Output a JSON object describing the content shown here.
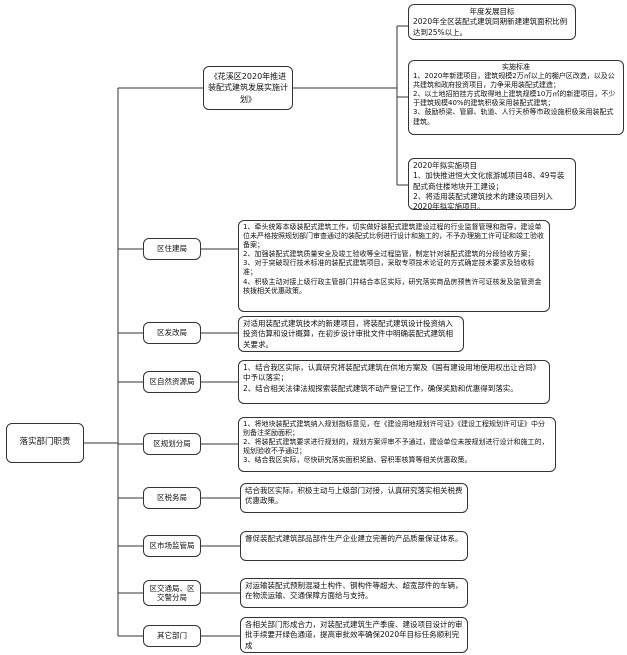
{
  "root": {
    "label": "落实部门职责"
  },
  "plan": {
    "label": "《花溪区2020年推进装配式建筑发展实施计划》"
  },
  "goal": {
    "title": "年度发展目标",
    "text": "2020年全区装配式建筑同期新建建筑面积比例达到25%以上。"
  },
  "standard": {
    "title": "实施标准",
    "text": "1、2020年新建项目，建筑规模2万㎡以上的棚户区改造，以及公共建筑和政府投资项目，力争采用装配式建造；\n2、以土地招拍挂方式取得地上建筑规模10万㎡的新建项目，不少于建筑规模40%的建筑积极采用装配式建筑；\n3、鼓励桥梁、管廊、轨道、人行天桥等市政设施积极采用装配式建筑。"
  },
  "projects": {
    "title": "2020年拟实施项目",
    "text": "1、加快推进恒大文化旅游城项目48、49号装配式商住楼地块开工建设；\n2、将适用装配式建筑技术的建设项目列入2020年拟实施项目。"
  },
  "departments": [
    {
      "name": "区住建局",
      "duty": "1、牵头统筹本级装配式建筑工作，切实做好装配式建筑建设过程的行业监督管理和指导，建设单位未严格按照规划部门审查通过的装配式比例进行设计和施工的，不予办理施工许可证和竣工验收备案；\n2、加强装配式建筑质量安全及竣工验收等全过程监管，制定针对装配式建筑的分段验收方案；\n3、对于突破现行技术标准的装配式建筑项目，采取专项技术论证的方式确定技术要求及验收标准；\n4、积极主动对接上级行政主管部门并结合本区实际，研究落实商品房预售许可证核发及监管资金核拨相关优惠政策。"
    },
    {
      "name": "区发改局",
      "duty": "对适用装配式建筑技术的新建项目，将装配式建筑设计投资纳入投资估算和设计概算，在初步设计审批文件中明确装配式建筑相关要求。"
    },
    {
      "name": "区自然资源局",
      "duty": "1、结合我区实际，认真研究将装配式建筑在供地方案及《国有建设用地使用权出让合同》中予以落实；\n2、结合相关法律法规探索装配式建筑不动产登记工作，确保奖励和优惠得到落实。"
    },
    {
      "name": "区规划分局",
      "duty": "1、将地块装配式建筑纳入规划指标意见，在《建设用地规划许可证》《建设工程规划许可证》中分别备注奖励面积；\n2、将装配式建筑要求进行规划的，规划方案评审不予通过，建设单位未按规划进行设计和施工的，规划验收不予通过；\n3、结合我区实际，尽快研究落实面积奖励、容积率核算等相关优惠政策。"
    },
    {
      "name": "区税务局",
      "duty": "结合我区实际，积极主动与上级部门对接，认真研究落实相关税费优惠政策。"
    },
    {
      "name": "区市场监管局",
      "duty": "督促装配式建筑部品部件生产企业建立完善的产品质量保证体系。"
    },
    {
      "name": "区交通局、区交警分局",
      "duty": "对运输装配式预制混凝土构件、钢构件等超大、超宽部件的车辆，在物流运输、交通保障方面给与支持。"
    },
    {
      "name": "其它部门",
      "duty": "各相关部门形成合力，对装配式建筑生产季度、建设项目设计的审批手续要开绿色通道，提高审批效率确保2020年目标任务顺利完成"
    }
  ],
  "colors": {
    "border": "#333333",
    "text": "#111111",
    "background": "#ffffff"
  }
}
